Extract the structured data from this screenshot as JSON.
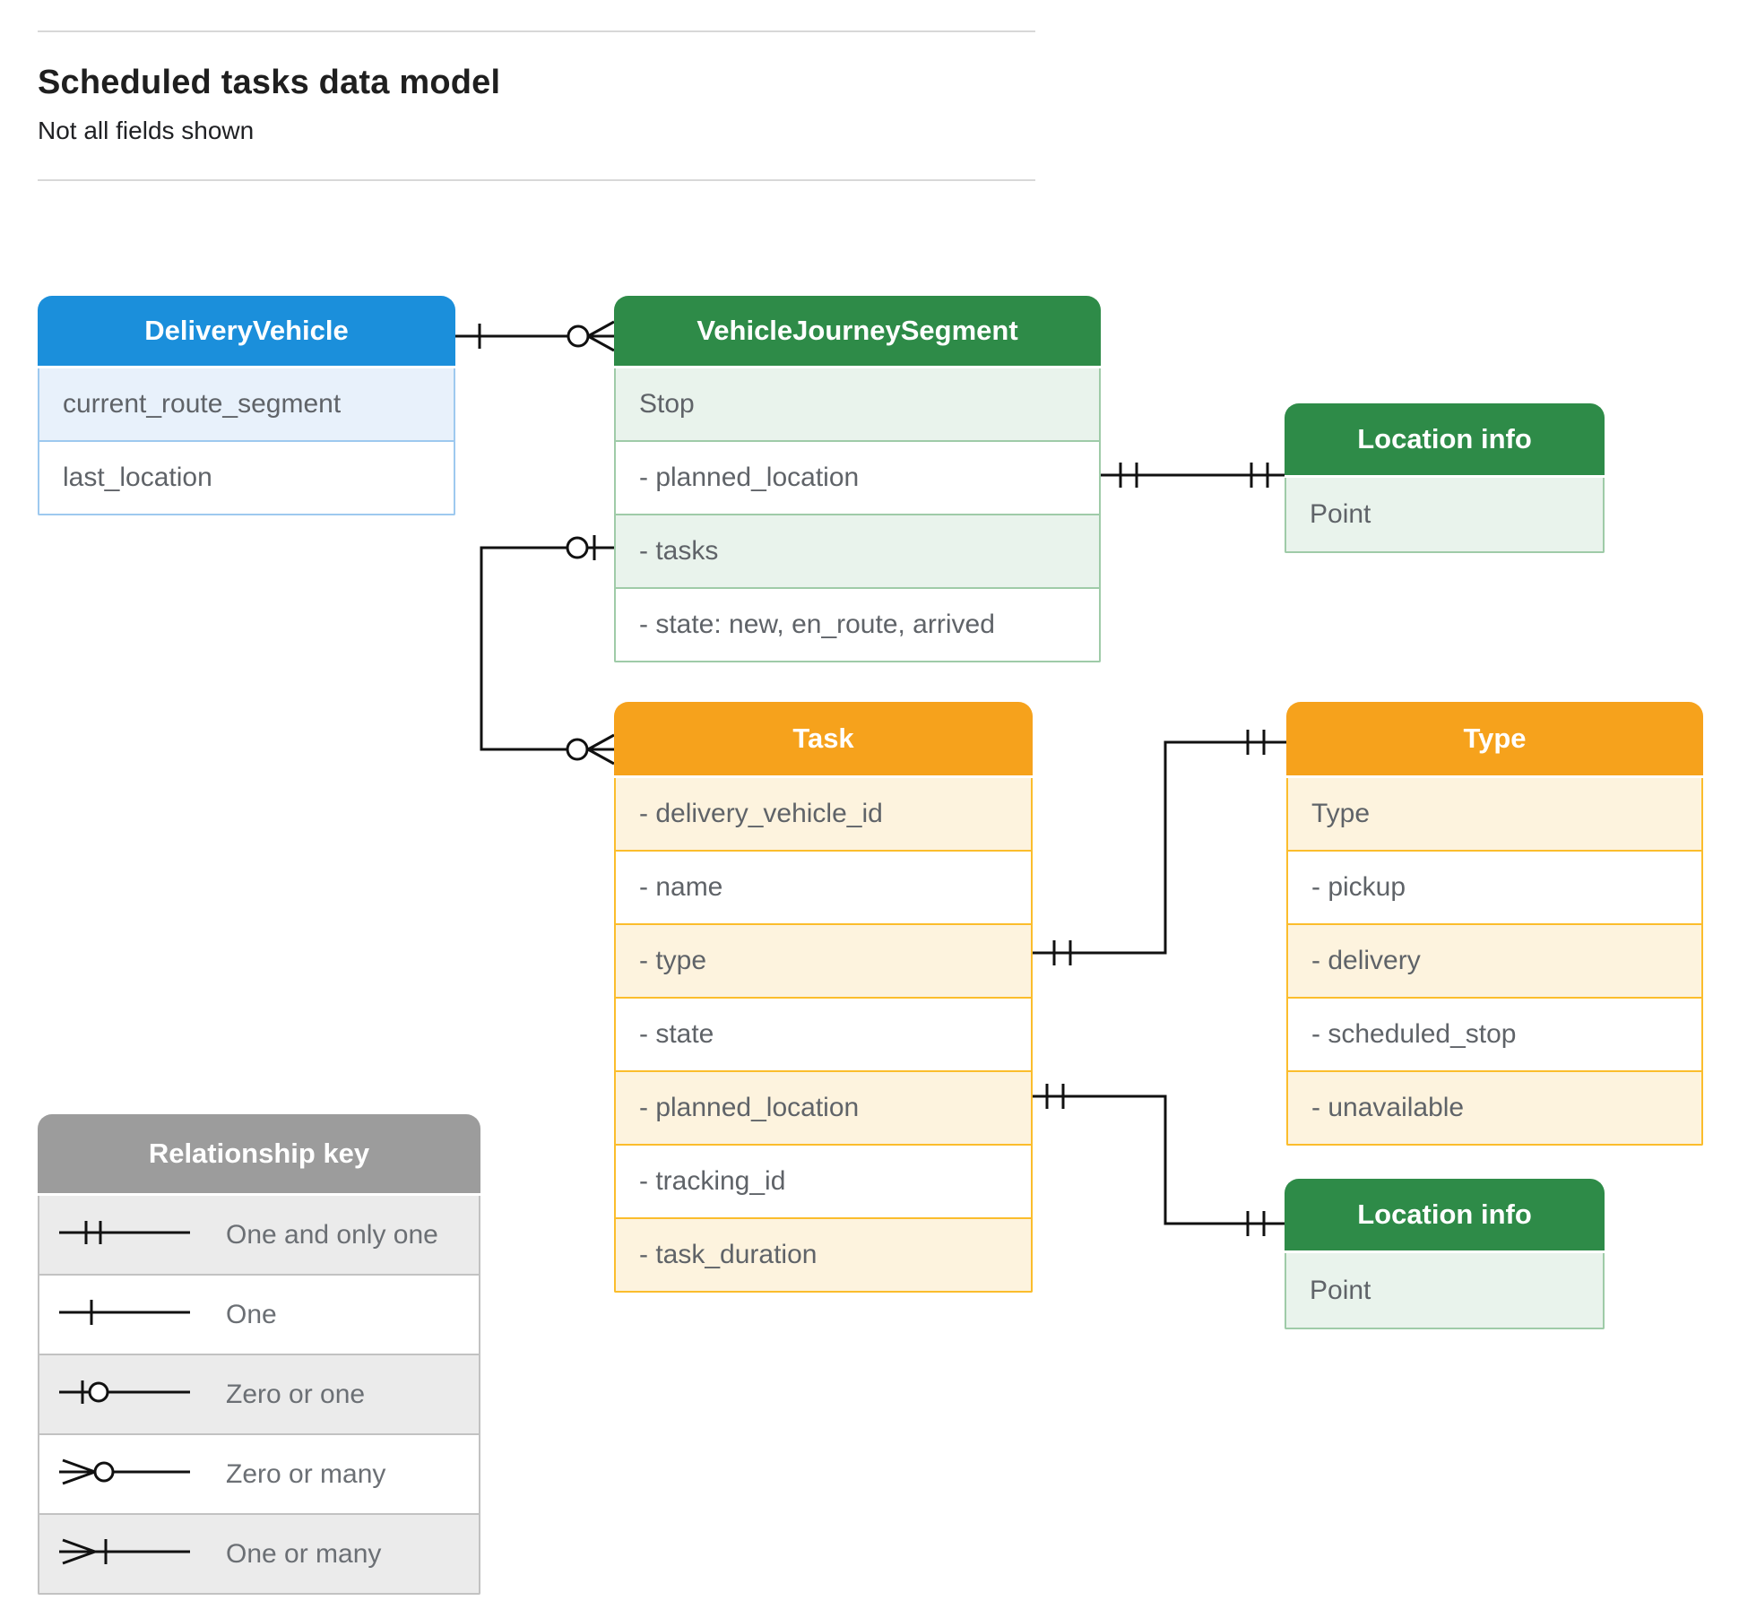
{
  "page": {
    "title": "Scheduled tasks data model",
    "subtitle": "Not all fields shown"
  },
  "colors": {
    "blue": "#1B8FDB",
    "blue_tint": "#E8F1FB",
    "blue_border": "#9EC9EF",
    "green": "#2E8B48",
    "green_tint": "#E9F3EC",
    "green_border": "#9FCBA8",
    "orange": "#F6A21C",
    "orange_tint": "#FDF3DE",
    "orange_border": "#FBBD2C",
    "gray": "#9C9C9C",
    "gray_tint": "#EBEBEB",
    "gray_border": "#C2C2C2",
    "row_text": "#5F6368",
    "title_text": "#1F1F1F",
    "line": "#111111"
  },
  "entities": [
    {
      "id": "delivery-vehicle",
      "title": "DeliveryVehicle",
      "theme": "blue",
      "fields": [
        "current_route_segment",
        "last_location"
      ]
    },
    {
      "id": "vehicle-journey-segment",
      "title": "VehicleJourneySegment",
      "theme": "green",
      "fields": [
        "Stop",
        "- planned_location",
        "- tasks",
        "- state: new, en_route, arrived"
      ]
    },
    {
      "id": "location-info-top",
      "title": "Location info",
      "theme": "green",
      "fields": [
        "Point"
      ]
    },
    {
      "id": "task",
      "title": "Task",
      "theme": "orange",
      "fields": [
        "- delivery_vehicle_id",
        "- name",
        "- type",
        "- state",
        "- planned_location",
        "- tracking_id",
        "- task_duration"
      ]
    },
    {
      "id": "type",
      "title": "Type",
      "theme": "orange",
      "fields": [
        "Type",
        "- pickup",
        "- delivery",
        "- scheduled_stop",
        "- unavailable"
      ]
    },
    {
      "id": "location-info-bottom",
      "title": "Location info",
      "theme": "green",
      "fields": [
        "Point"
      ]
    }
  ],
  "legend": {
    "title": "Relationship key",
    "items": [
      {
        "symbol": "one-and-only-one",
        "label": "One and only one"
      },
      {
        "symbol": "one",
        "label": "One"
      },
      {
        "symbol": "zero-or-one",
        "label": "Zero or one"
      },
      {
        "symbol": "zero-or-many",
        "label": "Zero or many"
      },
      {
        "symbol": "one-or-many",
        "label": "One or many"
      }
    ]
  },
  "relationships": [
    {
      "from": "DeliveryVehicle",
      "to": "VehicleJourneySegment",
      "from_cardinality": "one",
      "to_cardinality": "zero-or-many"
    },
    {
      "from": "VehicleJourneySegment.planned_location",
      "to": "Location info",
      "from_cardinality": "one-and-only-one",
      "to_cardinality": "one-and-only-one"
    },
    {
      "from": "VehicleJourneySegment.tasks",
      "to": "Task",
      "from_cardinality": "zero-or-one",
      "to_cardinality": "zero-or-many"
    },
    {
      "from": "Task.type",
      "to": "Type",
      "from_cardinality": "one-and-only-one",
      "to_cardinality": "one-and-only-one"
    },
    {
      "from": "Task.planned_location",
      "to": "Location info",
      "from_cardinality": "one-and-only-one",
      "to_cardinality": "one-and-only-one"
    }
  ]
}
